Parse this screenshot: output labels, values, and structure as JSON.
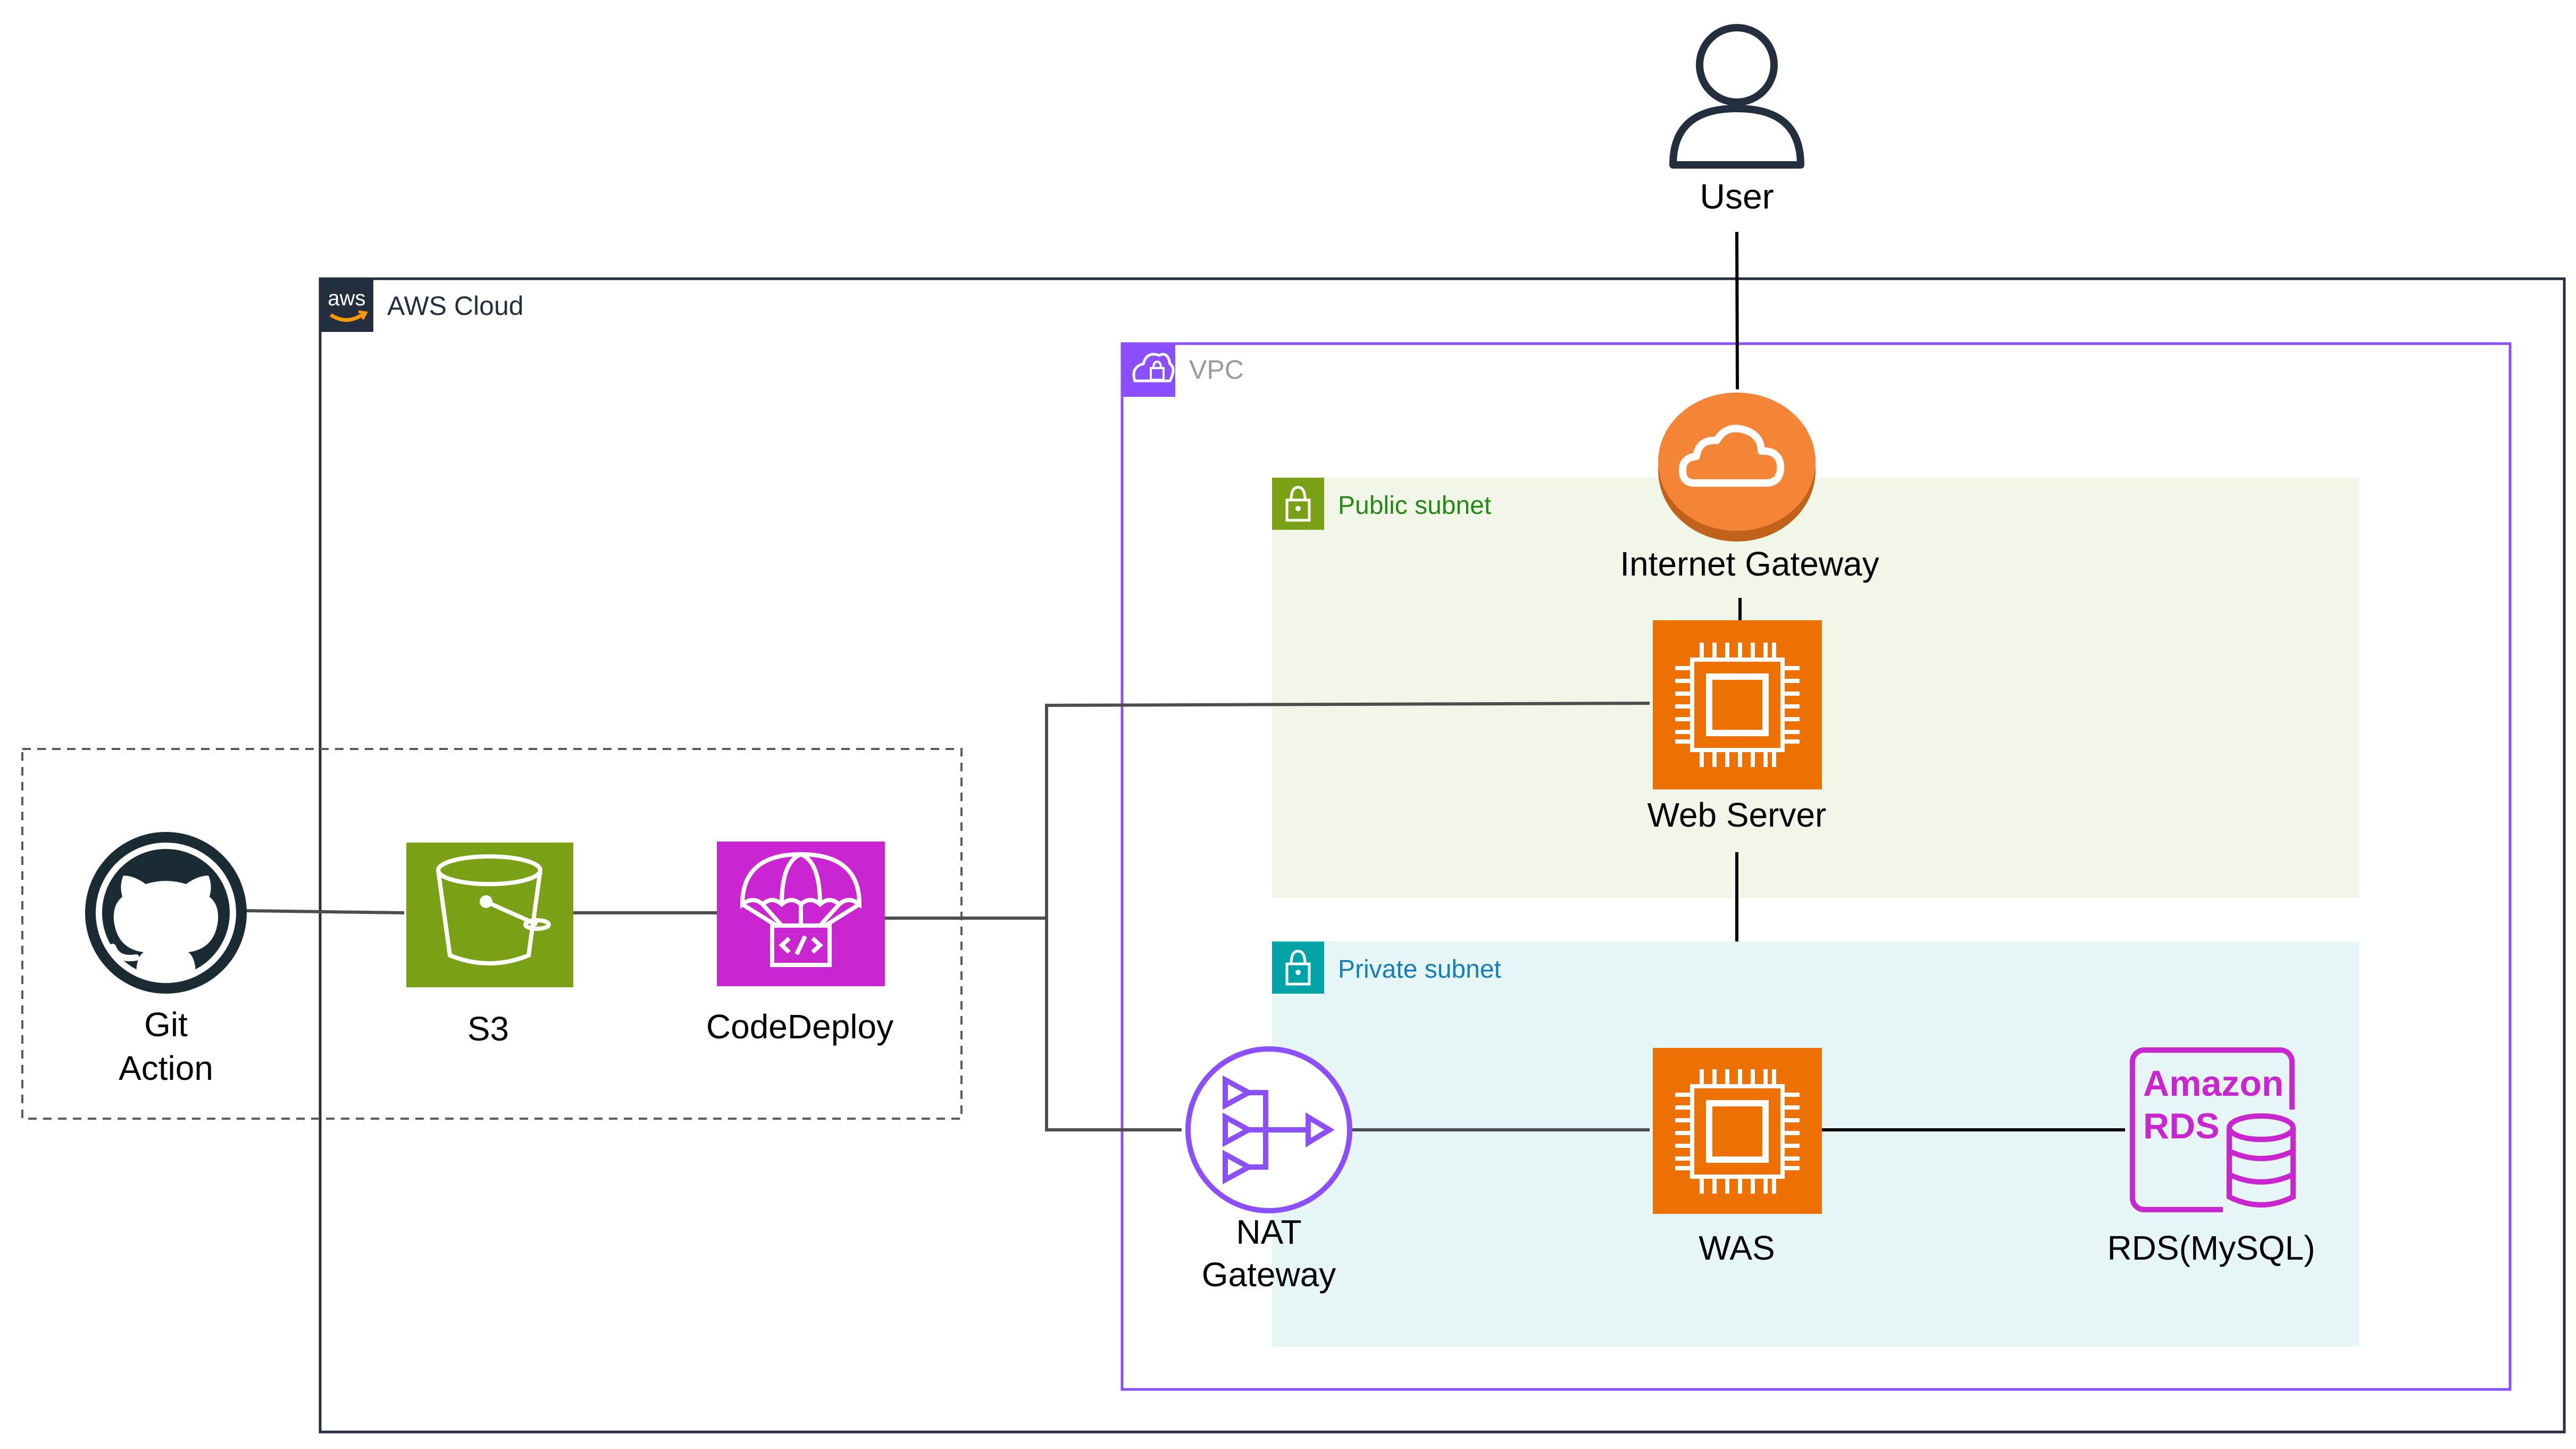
{
  "groups": {
    "aws_cloud": "AWS Cloud",
    "vpc": "VPC",
    "public_subnet": "Public subnet",
    "private_subnet": "Private subnet"
  },
  "nodes": {
    "user": "User",
    "internet_gateway": "Internet Gateway",
    "web_server": "Web Server",
    "git_action_line1": "Git",
    "git_action_line2": "Action",
    "s3": "S3",
    "codedeploy": "CodeDeploy",
    "nat_line1": "NAT",
    "nat_line2": "Gateway",
    "was": "WAS",
    "rds": "RDS(MySQL)",
    "rds_logo_line1": "Amazon",
    "rds_logo_line2": "RDS"
  },
  "icons": {
    "aws_logo": "aws",
    "user": "user-icon",
    "internet_gateway": "cloud-icon",
    "web_server": "ec2-chip-icon",
    "was": "ec2-chip-icon",
    "s3": "s3-bucket-icon",
    "codedeploy": "parachute-icon",
    "git_action": "github-icon",
    "nat_gateway": "nat-gateway-icon",
    "rds": "amazon-rds-icon",
    "subnet": "lock-icon",
    "vpc": "vpc-cloud-icon"
  },
  "colors": {
    "aws_cloud_border": "#232F3E",
    "vpc_border": "#8C4FFF",
    "public_subnet_fill": "#F2F6E8",
    "public_subnet_text": "#248814",
    "private_subnet_fill": "#E6F6F7",
    "private_subnet_text": "#147EBA",
    "ec2_orange": "#ED7100",
    "s3_green": "#7AA116",
    "codedeploy_magenta": "#C925D1",
    "igw_orange": "#F58536",
    "nat_purple": "#8C4FFF",
    "rds_magenta": "#C925D1",
    "arrow_gray": "#4D4D4D",
    "arrow_black": "#000000"
  }
}
